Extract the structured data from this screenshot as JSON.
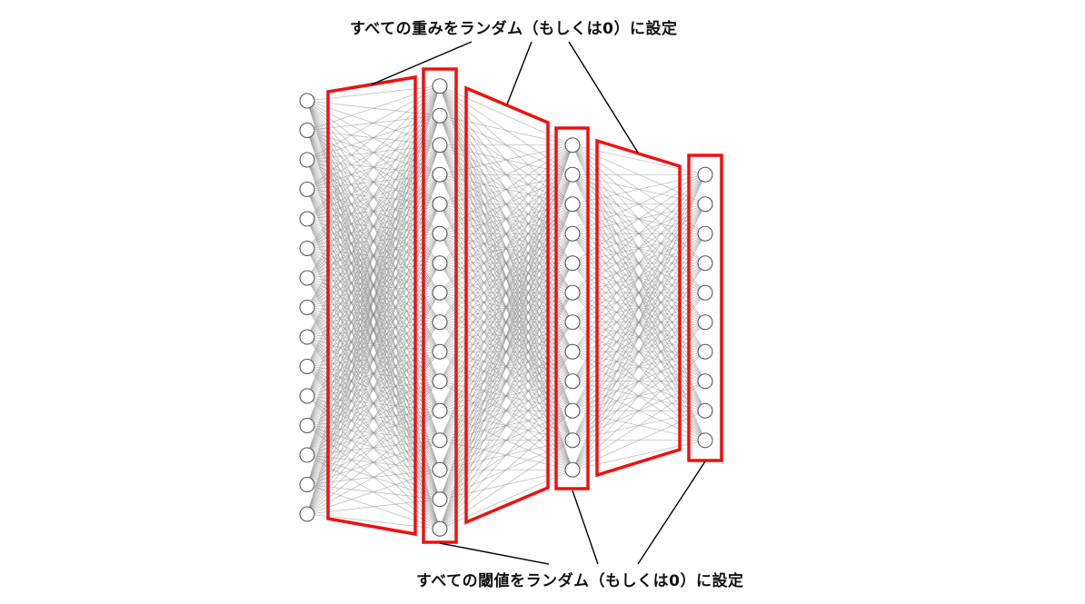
{
  "annotations": {
    "weights_label": "すべての重みをランダム（もしくは0）に設定",
    "thresholds_label": "すべての閾値をランダム（もしくは0）に設定"
  },
  "network": {
    "layer_node_counts": [
      15,
      16,
      12,
      10
    ]
  },
  "colors": {
    "highlight": "#ee1111",
    "connection": "#888888",
    "node_stroke": "#555555",
    "node_fill": "#ffffff",
    "leader_line": "#000000"
  }
}
